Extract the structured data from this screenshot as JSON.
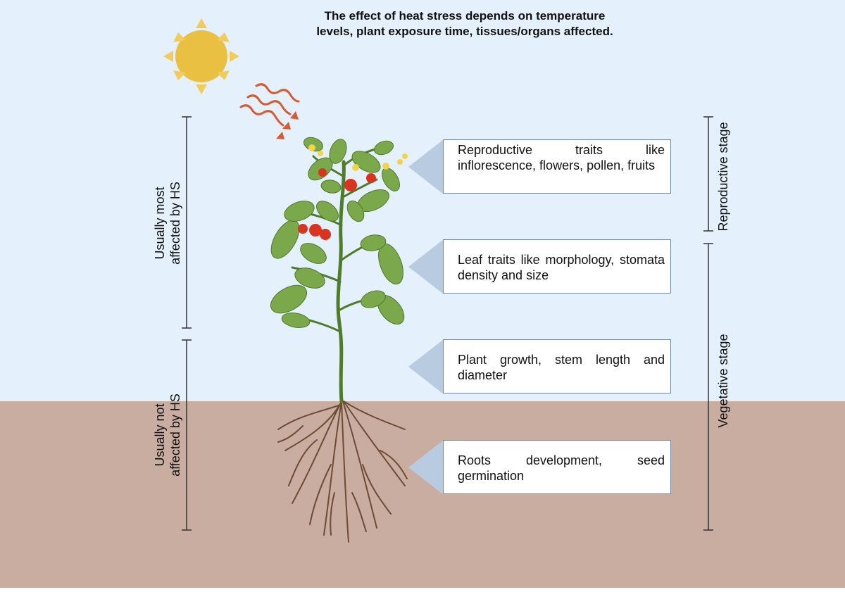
{
  "title": {
    "line1": "The effect of heat stress depends on temperature",
    "line2": "levels, plant exposure time, tissues/organs affected."
  },
  "left_brackets": [
    {
      "line1": "Usually most",
      "line2": "affected by HS"
    },
    {
      "line1": "Usually not",
      "line2": "affected by HS"
    }
  ],
  "right_brackets": [
    {
      "label": "Reproductive stage"
    },
    {
      "label": "Vegetative stage"
    }
  ],
  "traits": [
    {
      "text": "Reproductive traits like inflorescence, flowers, pollen, fruits"
    },
    {
      "text": "Leaf traits like morphology, stomata density and size"
    },
    {
      "text": "Plant growth, stem length and diameter"
    },
    {
      "text": "Roots development, seed germination"
    }
  ],
  "colors": {
    "sky": "#e4f0fb",
    "soil": "#c8ada0",
    "sun": "#e9c042",
    "heat_waves": "#d55b33",
    "stem": "#4f7b2b",
    "leaf": "#7aa84a",
    "fruit": "#d9341f",
    "root": "#6e4b34",
    "callout": "#b9cbe0",
    "box_border": "#6f87a3"
  },
  "icons": [
    "sun-icon",
    "heat-waves-icon",
    "tomato-plant-icon"
  ]
}
